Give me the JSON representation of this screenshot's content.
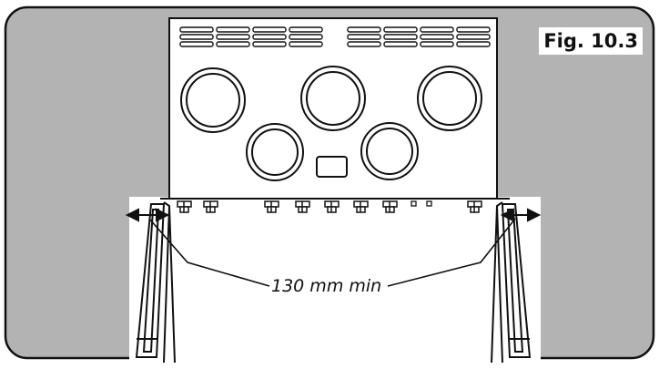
{
  "figure": {
    "label": "Fig. 10.3",
    "dimension_text": "130 mm min"
  },
  "colors": {
    "surround": "#b3b3b3",
    "panel": "#ffffff",
    "outline": "#111111"
  },
  "hob": {
    "large_rings": 3,
    "small_rings": 2,
    "control_knobs": 8
  }
}
